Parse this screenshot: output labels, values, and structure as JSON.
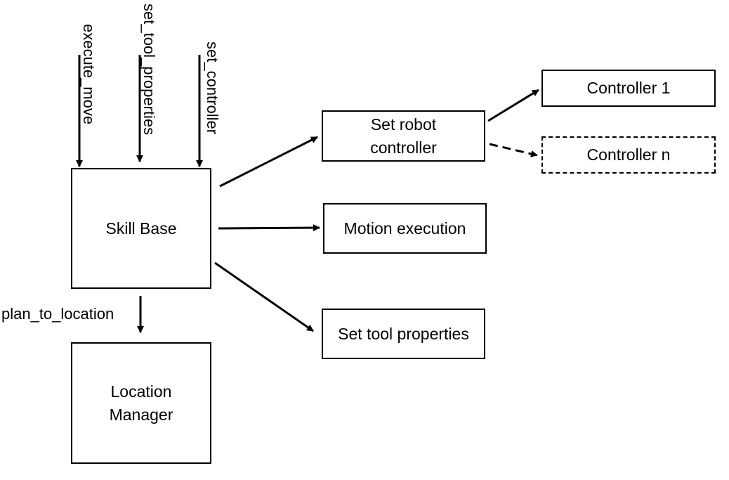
{
  "nodes": {
    "skill_base": "Skill Base",
    "location_manager": "Location\nManager",
    "set_robot_controller": "Set robot\ncontroller",
    "motion_execution": "Motion execution",
    "set_tool_properties": "Set tool properties",
    "controller_1": "Controller 1",
    "controller_n": "Controller n"
  },
  "edge_labels": {
    "execute_move": "execute_move",
    "set_tool_properties": "set_tool_properties",
    "set_controller": "set_controller",
    "plan_to_location": "plan_to_location"
  },
  "edges": [
    {
      "from": "execute_move",
      "to": "skill_base",
      "style": "solid"
    },
    {
      "from": "set_tool_properties",
      "to": "skill_base",
      "style": "solid"
    },
    {
      "from": "set_controller",
      "to": "skill_base",
      "style": "solid"
    },
    {
      "from": "skill_base",
      "to": "set_robot_controller",
      "style": "solid"
    },
    {
      "from": "skill_base",
      "to": "motion_execution",
      "style": "solid"
    },
    {
      "from": "skill_base",
      "to": "set_tool_properties",
      "style": "solid"
    },
    {
      "from": "skill_base",
      "to": "location_manager",
      "style": "solid",
      "label": "plan_to_location"
    },
    {
      "from": "set_robot_controller",
      "to": "controller_1",
      "style": "solid"
    },
    {
      "from": "set_robot_controller",
      "to": "controller_n",
      "style": "dashed"
    }
  ]
}
